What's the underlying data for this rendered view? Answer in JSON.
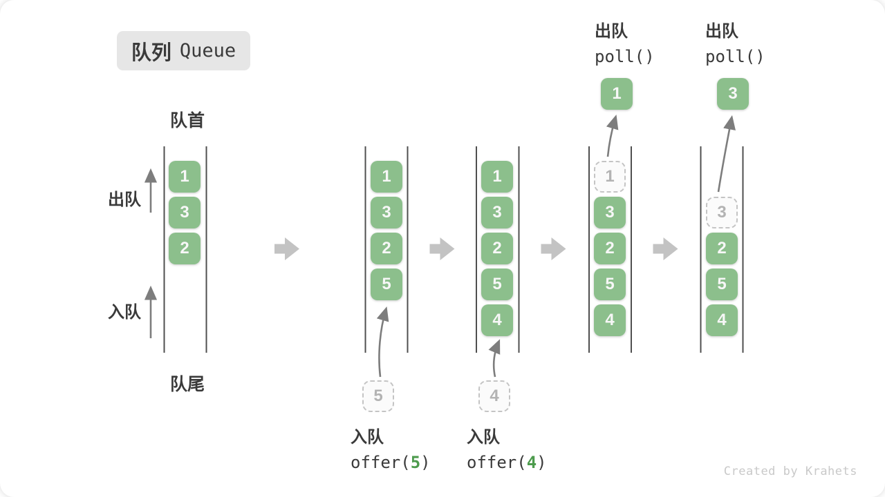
{
  "title": {
    "zh": "队列",
    "en": "Queue"
  },
  "labels": {
    "front": "队首",
    "rear": "队尾",
    "dequeue": "出队",
    "enqueue": "入队"
  },
  "ops": {
    "enqueue5": {
      "label": "入队",
      "fn": "offer(",
      "arg": "5",
      "close": ")"
    },
    "enqueue4": {
      "label": "入队",
      "fn": "offer(",
      "arg": "4",
      "close": ")"
    },
    "poll1": {
      "label": "出队",
      "code": "poll()"
    },
    "poll2": {
      "label": "出队",
      "code": "poll()"
    }
  },
  "states": [
    {
      "boxes": [
        "1",
        "3",
        "2"
      ]
    },
    {
      "boxes": [
        "1",
        "3",
        "2",
        "5"
      ],
      "pending": "5"
    },
    {
      "boxes": [
        "1",
        "3",
        "2",
        "5",
        "4"
      ],
      "pending": "4"
    },
    {
      "boxes": [
        "3",
        "2",
        "5",
        "4"
      ],
      "removed": "1",
      "out": "1"
    },
    {
      "boxes": [
        "2",
        "5",
        "4"
      ],
      "removed": "3",
      "out": "3"
    }
  ],
  "icons": {
    "transition": "right-block-arrow",
    "flow": "up-arrow"
  },
  "colors": {
    "box_green": "#8cbf8c",
    "accent_green": "#4d9b4d",
    "block_arrow_gray": "#c3c3c3",
    "channel_line": "#4f4f4f",
    "thin_arrow": "#7d7d7d",
    "badge_bg": "#e6e6e6",
    "dashed_border": "#c4c4c4",
    "credit_gray": "#c9c9c9"
  },
  "credit": "Created by Krahets"
}
